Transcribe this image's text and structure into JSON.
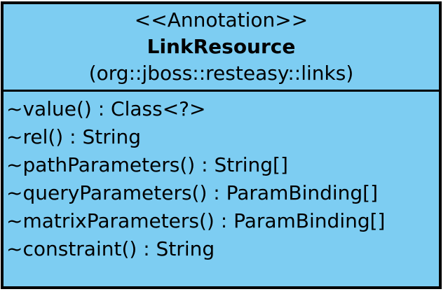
{
  "diagram": {
    "type": "uml-class-diagram",
    "canvas_background": "#ffffff",
    "box": {
      "fill_color": "#7dcdf2",
      "border_color": "#000000",
      "text_color": "#000000",
      "header": {
        "stereotype": "<<Annotation>>",
        "name": "LinkResource",
        "package": "(org::jboss::resteasy::links)"
      },
      "members": [
        "~value() : Class<?>",
        "~rel() : String",
        "~pathParameters() : String[]",
        "~queryParameters() : ParamBinding[]",
        "~matrixParameters() : ParamBinding[]",
        "~constraint() : String"
      ]
    }
  }
}
